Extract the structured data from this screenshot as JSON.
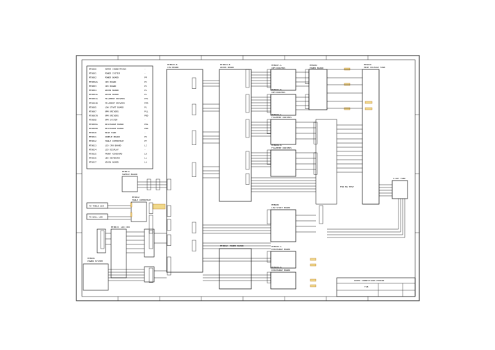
{
  "legend": {
    "rows": [
      [
        "MT8000",
        "INTER CONNECTIONS",
        "-"
      ],
      [
        "MT8001",
        "POWER SYSTEM",
        "-"
      ],
      [
        "MT8002",
        "POWER BOARD",
        "PP"
      ],
      [
        "MT8002A",
        "CPU BOARD",
        "PC"
      ],
      [
        "MT8003",
        "CPU BOARD",
        "PC"
      ],
      [
        "MT8004",
        "ADCON BOARD",
        "PL"
      ],
      [
        "MT8004A",
        "ADCON BOARD",
        "PL"
      ],
      [
        "MT8004a",
        "FILAMENT DRIVERS",
        "PFL"
      ],
      [
        "MT8004B",
        "FILAMENT DRIVERS",
        "PFD"
      ],
      [
        "MT8005",
        "LOW START BOARD",
        "PL"
      ],
      [
        "MT8007",
        "OPM DRIVERS",
        "PLL"
      ],
      [
        "MT8007B",
        "OPM DRIVERS",
        "PDD"
      ],
      [
        "MT8008",
        "OPM SYSTEM",
        "-"
      ],
      [
        "MT8009A",
        "DISCHARGE BOARD",
        "PDL"
      ],
      [
        "MT8009B",
        "DISCHARGE BOARD",
        "PDD"
      ],
      [
        "MT8010",
        "HIGH TANK",
        "-"
      ],
      [
        "MT8011",
        "SAMPLE BOARD",
        "PS"
      ],
      [
        "MT8012",
        "TABLE INTERFACE",
        "PT"
      ],
      [
        "MT8013",
        "LCD CPU BOARD",
        "LC"
      ],
      [
        "MT8014",
        "LCD DISPLAY",
        "-"
      ],
      [
        "MT8015",
        "FRONT KEYBOARD",
        "LK"
      ],
      [
        "MT8016",
        "LED KEYBOARD",
        "LL"
      ],
      [
        "MT8017",
        "ADCON BOARD",
        "LA"
      ]
    ]
  },
  "blocks": {
    "cpu_board": {
      "ref": "MT8003-B",
      "title": "CPU BOARD"
    },
    "adcon_board": {
      "ref": "MT8004-B",
      "title": "ADCON BOARD"
    },
    "opm_a": {
      "ref": "MT8007-A",
      "title": "OPM DRIVERS"
    },
    "opm_b": {
      "ref": "MT8007-B",
      "title": "OPM DRIVERS"
    },
    "fil_a": {
      "ref": "MT8004-A",
      "title": "FILAMENT DRIVERS"
    },
    "fil_b": {
      "ref": "MT8004-B",
      "title": "FILAMENT DRIVERS"
    },
    "mt8002": {
      "ref": "MT8002",
      "title": "POWER BOARD"
    },
    "high_tank": {
      "ref": "MT8010",
      "title": "HIGH VOLTAGE TANK"
    },
    "xray_tube": {
      "title": "X-RAY TUBE"
    },
    "low_start": {
      "ref": "MT8005",
      "title": "LOW START BOARD"
    },
    "power_board_b": {
      "ref": "MT8002",
      "title": "POWER BOARD"
    },
    "discharge_a": {
      "ref": "MT8009-A",
      "title": "DISCHARGE BOARD"
    },
    "discharge_b": {
      "ref": "MT8009-B",
      "title": "DISCHARGE BOARD"
    },
    "table_interface": {
      "ref": "MT8012",
      "title": "TABLE INTERFACE"
    },
    "sample_board": {
      "ref": "MT8011",
      "title": "SAMPLE BOARD"
    },
    "power_system": {
      "ref": "MT8001",
      "title": "POWER SYSTEM"
    },
    "lcd_cpu": {
      "ref": "MT8013",
      "title": "LCD CPU"
    }
  },
  "labels": {
    "to_table_led": "TO TABLE LED",
    "to_wall_led": "TO WALL LED",
    "for_ma_test": "FOR MA TEST",
    "title_block_main": "INTER CONNECTIONS MT8000",
    "title_block_sub": "T18"
  }
}
